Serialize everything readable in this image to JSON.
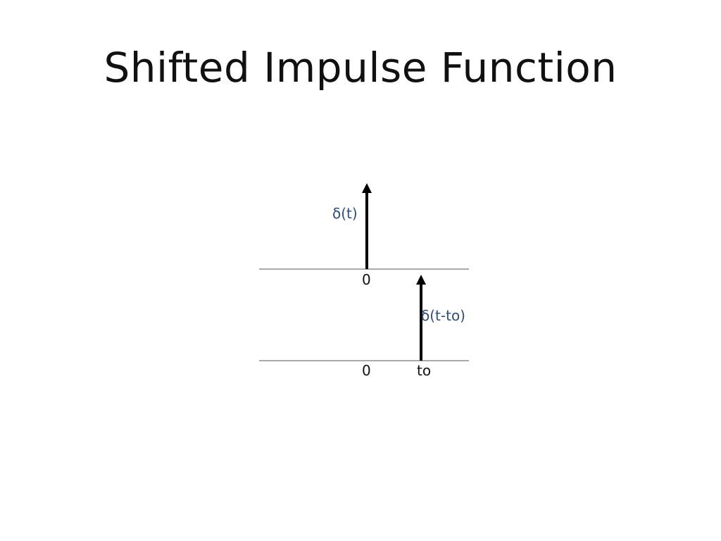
{
  "slide": {
    "title": "Shifted Impulse Function"
  },
  "diagram": {
    "top_plot": {
      "impulse_label": "δ(t)",
      "tick_label": "0"
    },
    "bottom_plot": {
      "impulse_label": "δ(t-to)",
      "origin_tick_label": "0",
      "shift_tick_label": "to"
    }
  },
  "colors": {
    "label_blue": "#2e4d7f",
    "axis": "#555555",
    "impulse": "#000000"
  }
}
